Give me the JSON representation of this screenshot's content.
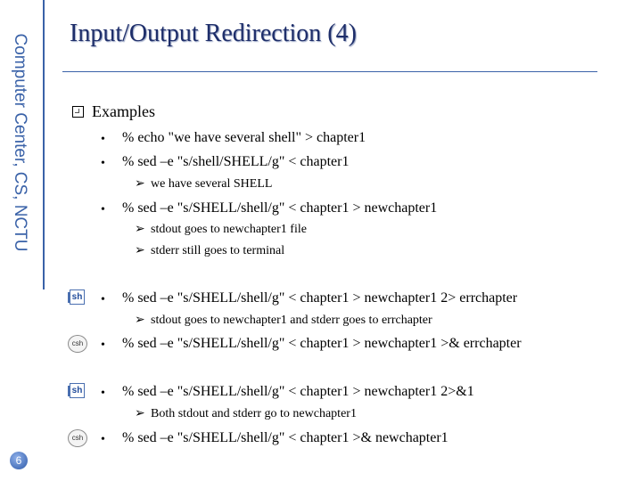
{
  "sidebar": {
    "label": "Computer Center, CS, NCTU"
  },
  "page_number": "6",
  "title": "Input/Output Redirection (4)",
  "section": {
    "label": "Examples"
  },
  "icons": {
    "sh": "sh",
    "csh": "csh"
  },
  "lines": {
    "a": "% echo \"we have several shell\" > chapter1",
    "b": "% sed –e \"s/shell/SHELL/g\"  <  chapter1",
    "b_note": "we have several SHELL",
    "c": "% sed –e \"s/SHELL/shell/g\"  <  chapter1 > newchapter1",
    "c_note1": "stdout goes to newchapter1 file",
    "c_note2": "stderr still goes to terminal",
    "d": "% sed –e \"s/SHELL/shell/g\" < chapter1 > newchapter1 2> errchapter",
    "d_note": "stdout goes to newchapter1 and stderr goes to errchapter",
    "e": "% sed –e \"s/SHELL/shell/g\" < chapter1 > newchapter1 >& errchapter",
    "f": "% sed –e \"s/SHELL/shell/g\" < chapter1 > newchapter1 2>&1",
    "f_note": "Both stdout and stderr go to newchapter1",
    "g": "% sed –e \"s/SHELL/shell/g\" < chapter1 >& newchapter1"
  }
}
